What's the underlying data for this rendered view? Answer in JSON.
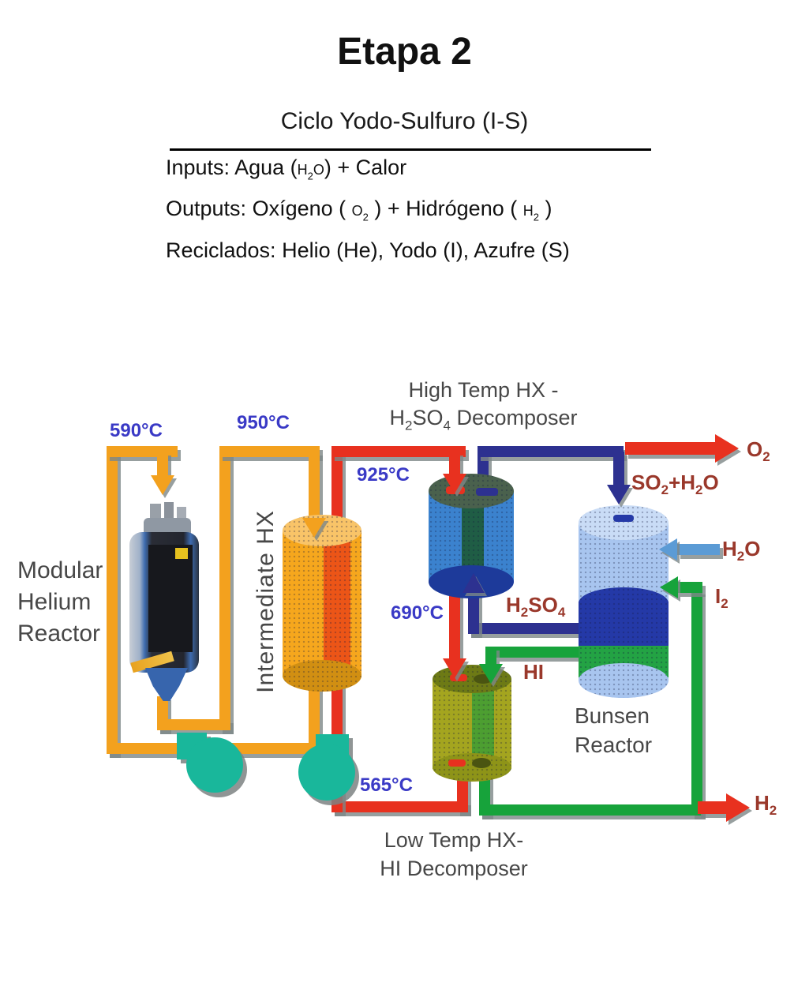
{
  "header": {
    "title": "Etapa 2",
    "subtitle": "Ciclo Yodo-Sulfuro (I-S)"
  },
  "info": {
    "inputs": {
      "label": "Inputs: ",
      "segments": [
        {
          "t": "Agua ("
        },
        {
          "t": "H",
          "c": "f"
        },
        {
          "t": "2",
          "sub": true
        },
        {
          "t": "O",
          "c": "f"
        },
        {
          "t": ") + Calor"
        }
      ]
    },
    "outputs": {
      "label": "Outputs: ",
      "segments": [
        {
          "t": "Oxígeno ( "
        },
        {
          "t": "O",
          "c": "f"
        },
        {
          "t": "2",
          "sub": true
        },
        {
          "t": " ) + Hidrógeno ( "
        },
        {
          "t": "H",
          "c": "f"
        },
        {
          "t": "2",
          "sub": true
        },
        {
          "t": " )"
        }
      ]
    },
    "recycled": {
      "label": "Reciclados: ",
      "segments": [
        {
          "t": "Helio (He), Yodo (I), Azufre (S)"
        }
      ]
    }
  },
  "diagram": {
    "temperatures": {
      "t590": "590°C",
      "t950": "950°C",
      "t925": "925°C",
      "t690": "690°C",
      "t565": "565°C"
    },
    "components": {
      "modular_helium_reactor": {
        "line1": "Modular",
        "line2": "Helium",
        "line3": "Reactor"
      },
      "intermediate_hx": "Intermediate HX",
      "high_temp_hx": {
        "line1": "High Temp HX -",
        "line2_segments": [
          {
            "t": "H"
          },
          {
            "t": "2",
            "sub": true
          },
          {
            "t": "SO"
          },
          {
            "t": "4",
            "sub": true
          },
          {
            "t": " Decomposer"
          }
        ]
      },
      "bunsen_reactor": {
        "line1": "Bunsen",
        "line2": "Reactor"
      },
      "low_temp_hx": {
        "line1": "Low Temp HX-",
        "line2": "HI Decomposer"
      }
    },
    "flows": {
      "o2": [
        {
          "t": "O"
        },
        {
          "t": "2",
          "sub": true
        }
      ],
      "so2_h2o": [
        {
          "t": "SO"
        },
        {
          "t": "2",
          "sub": true
        },
        {
          "t": "+H"
        },
        {
          "t": "2",
          "sub": true
        },
        {
          "t": "O"
        }
      ],
      "h2o": [
        {
          "t": "H"
        },
        {
          "t": "2",
          "sub": true
        },
        {
          "t": "O"
        }
      ],
      "i2": [
        {
          "t": "I"
        },
        {
          "t": "2",
          "sub": true
        }
      ],
      "h2so4": [
        {
          "t": "H"
        },
        {
          "t": "2",
          "sub": true
        },
        {
          "t": "SO"
        },
        {
          "t": "4",
          "sub": true
        }
      ],
      "hi": [
        {
          "t": "HI"
        }
      ],
      "h2": [
        {
          "t": "H"
        },
        {
          "t": "2",
          "sub": true
        }
      ]
    },
    "colors": {
      "primary_helium_pipe": "#f3a11e",
      "secondary_helium_pipe": "#e8311f",
      "so2_h2so4_pipe": "#2d3190",
      "iodine_hi_pipe": "#17a33b",
      "water_feed_arrow": "#5b9bd5",
      "pump": "#19b79b",
      "temperature_text": "#3a3ac6",
      "chemical_text": "#9a382b",
      "component_text": "#474747"
    }
  }
}
